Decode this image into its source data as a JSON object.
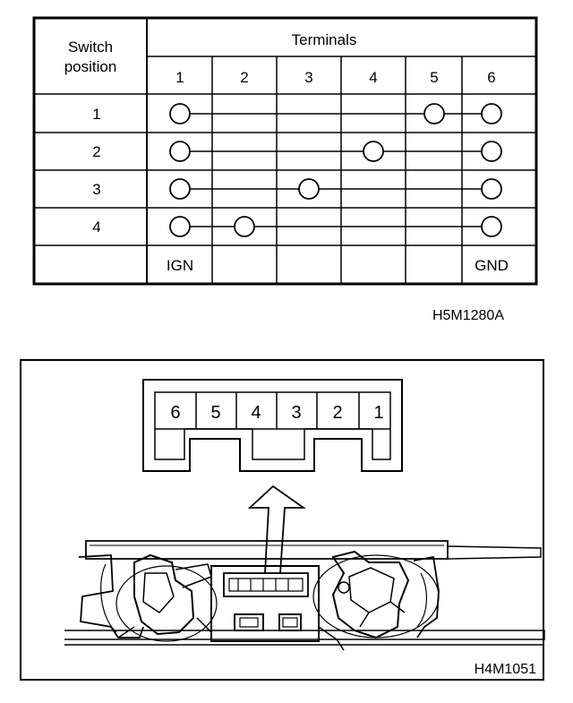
{
  "table": {
    "header_switch_position": [
      "Switch",
      "position"
    ],
    "header_terminals": "Terminals",
    "terminal_labels": [
      "1",
      "2",
      "3",
      "4",
      "5",
      "6"
    ],
    "rows": [
      {
        "position": "1",
        "connected_terminals": [
          1,
          5,
          6
        ]
      },
      {
        "position": "2",
        "connected_terminals": [
          1,
          4,
          6
        ]
      },
      {
        "position": "3",
        "connected_terminals": [
          1,
          3,
          6
        ]
      },
      {
        "position": "4",
        "connected_terminals": [
          1,
          2,
          6
        ]
      }
    ],
    "footer_labels": [
      "IGN",
      "",
      "",
      "",
      "",
      "GND"
    ]
  },
  "table_figure_code": "H5M1280A",
  "connector": {
    "pin_labels": [
      "6",
      "5",
      "4",
      "3",
      "2",
      "1"
    ]
  },
  "photo_figure_code": "H4M1051"
}
